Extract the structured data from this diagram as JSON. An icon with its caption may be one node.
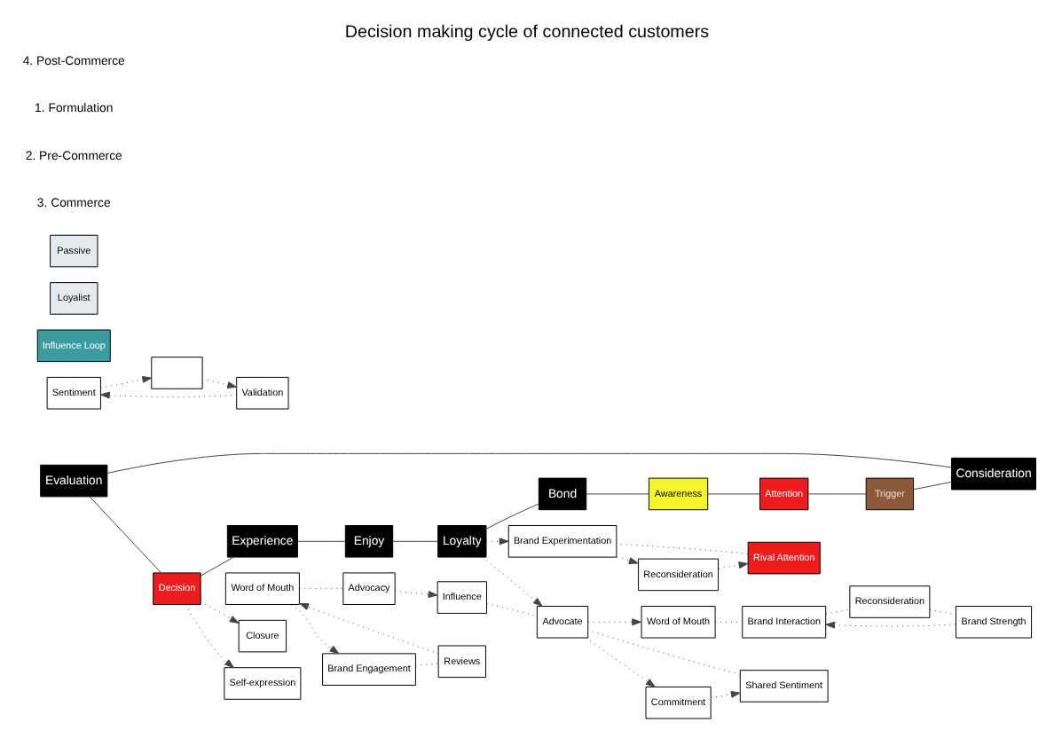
{
  "diagram": {
    "title": "Decision making cycle of connected customers",
    "nodes": [
      {
        "text": [
          "Evaluation"
        ]
      },
      {
        "text": [
          "Decision"
        ]
      },
      {
        "text": [
          "Experience"
        ]
      },
      {
        "text": [
          "Enjoy"
        ]
      },
      {
        "text": [
          "Loyalty"
        ]
      },
      {
        "text": [
          "Bond"
        ]
      },
      {
        "text": [
          "Awareness"
        ]
      },
      {
        "text": [
          "Attention"
        ]
      },
      {
        "text": [
          "Trigger"
        ]
      },
      {
        "text": [
          "Consideration"
        ]
      },
      {
        "text": [
          "Brand Strength"
        ]
      },
      {
        "text": [
          "Reconsideration"
        ]
      },
      {
        "text": [
          "Brand Interaction"
        ]
      },
      {
        "text": [
          "Brand Engagement"
        ]
      },
      {
        "text": [
          "Reviews"
        ]
      },
      {
        "text": [
          "Word of Mouth"
        ]
      },
      {
        "text": [
          "Self-expression"
        ]
      },
      {
        "text": [
          "Closure"
        ]
      },
      {
        "text": [
          "Sentiment"
        ]
      },
      {
        "text": [],
        "shape": "box"
      },
      {
        "text": [
          "Validation"
        ]
      },
      {
        "text": [
          "Advocacy"
        ]
      },
      {
        "text": [
          "Influence Loop"
        ]
      },
      {
        "text": [
          "Word of Mouth"
        ]
      },
      {
        "text": [
          "Influence"
        ]
      },
      {
        "text": [
          "Advocate"
        ]
      },
      {
        "text": [
          "Shared Sentiment"
        ]
      },
      {
        "text": [
          "Loyalist"
        ]
      },
      {
        "text": [
          "Commitment"
        ]
      },
      {
        "text": [
          "Reconsideration"
        ]
      },
      {
        "text": [
          "Brand Experimentation"
        ]
      },
      {
        "text": [
          "Passive"
        ]
      },
      {
        "text": [
          "Rival Attention"
        ]
      }
    ],
    "edges": [
      {
        "from": 9,
        "to": 0,
        "arrow": "none"
      },
      {
        "from": 0,
        "to": 1,
        "arrow": "none"
      },
      {
        "from": 1,
        "to": 2,
        "arrow": "none"
      },
      {
        "from": 2,
        "to": 3,
        "arrow": "none"
      },
      {
        "from": 3,
        "to": 4,
        "arrow": "none"
      },
      {
        "from": 4,
        "to": 5,
        "arrow": "none"
      },
      {
        "from": 5,
        "to": 6,
        "arrow": "none"
      },
      {
        "from": 6,
        "to": 7,
        "arrow": "none"
      },
      {
        "from": 7,
        "to": 8,
        "arrow": "none"
      },
      {
        "from": 8,
        "to": 9,
        "arrow": "none"
      },
      {
        "from": 11,
        "to": 10,
        "arrow": "none",
        "style": "dashed"
      },
      {
        "from": 10,
        "to": 12,
        "arrow": "to",
        "style": "dashed"
      },
      {
        "from": 12,
        "to": 11,
        "arrow": "none",
        "style": "dashed"
      },
      {
        "from": 13,
        "to": 14,
        "arrow": "none",
        "style": "dashed"
      },
      {
        "from": 14,
        "to": 15,
        "arrow": "to",
        "style": "dashed"
      },
      {
        "from": 15,
        "to": 13,
        "arrow": "to",
        "style": "dashed"
      },
      {
        "from": 1,
        "to": 16,
        "arrow": "to",
        "style": "dashed"
      },
      {
        "from": 1,
        "to": 17,
        "arrow": "to",
        "style": "dashed"
      },
      {
        "from": 18,
        "to": 19,
        "arrow": "to",
        "style": "dashed"
      },
      {
        "from": 19,
        "to": 20,
        "arrow": "to",
        "style": "dashed"
      },
      {
        "from": 20,
        "to": 18,
        "arrow": "to",
        "style": "dashed"
      },
      {
        "from": 15,
        "to": 21,
        "arrow": "none",
        "style": "dashed"
      },
      {
        "from": 21,
        "to": 24,
        "arrow": "to",
        "style": "dashed"
      },
      {
        "from": 24,
        "to": 25,
        "arrow": "none",
        "style": "dashed"
      },
      {
        "from": 25,
        "to": 23,
        "arrow": "to",
        "style": "dashed"
      },
      {
        "from": 23,
        "to": 12,
        "arrow": "none",
        "style": "dashed"
      },
      {
        "from": 25,
        "to": 28,
        "arrow": "to",
        "style": "dashed"
      },
      {
        "from": 28,
        "to": 26,
        "arrow": "to",
        "style": "dashed"
      },
      {
        "from": 26,
        "to": 25,
        "arrow": "none",
        "style": "dashed"
      },
      {
        "from": 29,
        "to": 32,
        "arrow": "to",
        "style": "dashed"
      },
      {
        "from": 32,
        "to": 30,
        "arrow": "none",
        "style": "dashed"
      },
      {
        "from": 30,
        "to": 29,
        "arrow": "to",
        "style": "dashed"
      },
      {
        "from": 4,
        "to": 30,
        "arrow": "to",
        "style": "dashed"
      },
      {
        "from": 4,
        "to": 25,
        "arrow": "to",
        "style": "dashed"
      }
    ],
    "labels": [
      "3. Commerce",
      "2. Pre-Commerce",
      "1. Formulation",
      "4. Post-Commerce"
    ]
  }
}
